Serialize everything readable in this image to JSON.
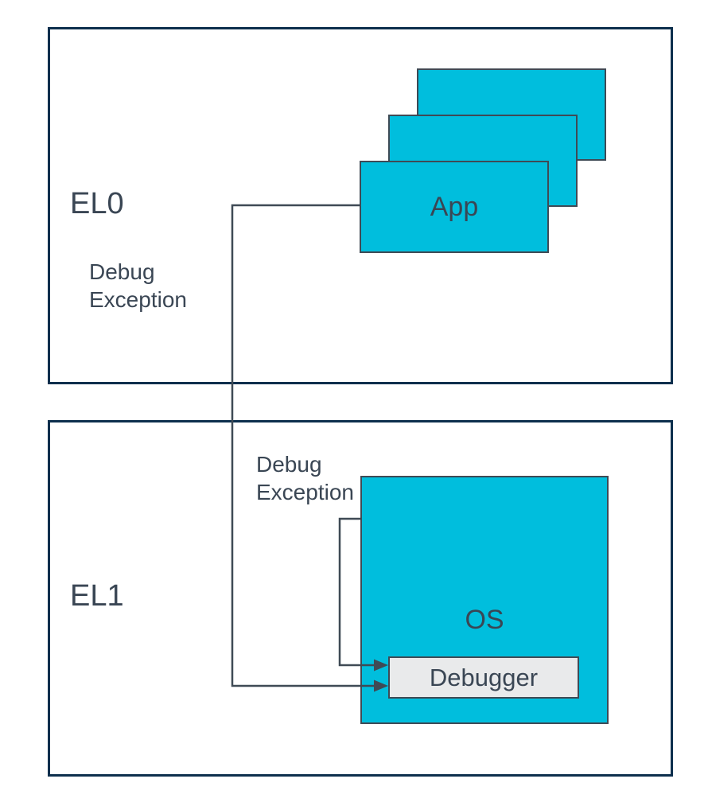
{
  "colors": {
    "cyan": "#00bedd",
    "navy": "#0d2f4d",
    "slate": "#3f4a55",
    "text": "#3a4654",
    "debugger-bg": "#e9eaeb"
  },
  "el0": {
    "label": "EL0",
    "exception_label": "Debug Exception",
    "app": {
      "label": "App"
    }
  },
  "el1": {
    "label": "EL1",
    "exception_label": "Debug Exception",
    "os": {
      "label": "OS",
      "debugger": {
        "label": "Debugger"
      }
    }
  }
}
